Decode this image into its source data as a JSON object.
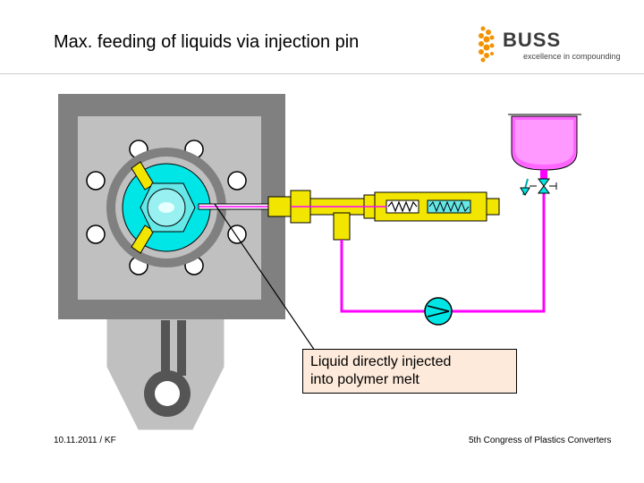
{
  "slide": {
    "title": "Max. feeding of liquids via injection pin",
    "callout": {
      "line1": "Liquid directly injected",
      "line2": "into polymer melt"
    },
    "footer": {
      "date_author": "10.11.2011 / KF",
      "event": "5th Congress of Plastics Converters"
    }
  },
  "logo": {
    "brand": "BUSS",
    "tagline": "excellence in compounding"
  },
  "colors": {
    "housing_gray": "#808080",
    "inner_gray": "#c0c0c0",
    "cyan": "#00e5e5",
    "yellow": "#f2e600",
    "magenta": "#ff00ff",
    "callout_bg": "#fdeada",
    "logo_orange": "#f39200"
  }
}
